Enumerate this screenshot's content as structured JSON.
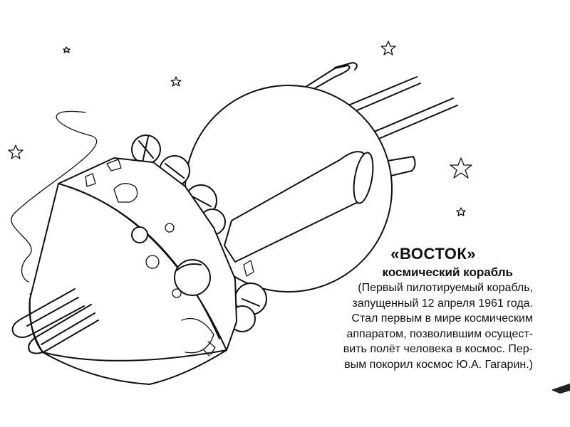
{
  "caption": {
    "title": "«ВОСТОК»",
    "subtitle": "космический корабль",
    "lines": [
      "(Первый пилотируемый корабль,",
      "запущенный 12 апреля 1961 года.",
      "Стал первым в мире космическим",
      "аппаратом, позволившим осущест-",
      "вить полёт человека в космос. Пер-",
      "вым покорил космос Ю.А. Гагарин.)"
    ]
  }
}
